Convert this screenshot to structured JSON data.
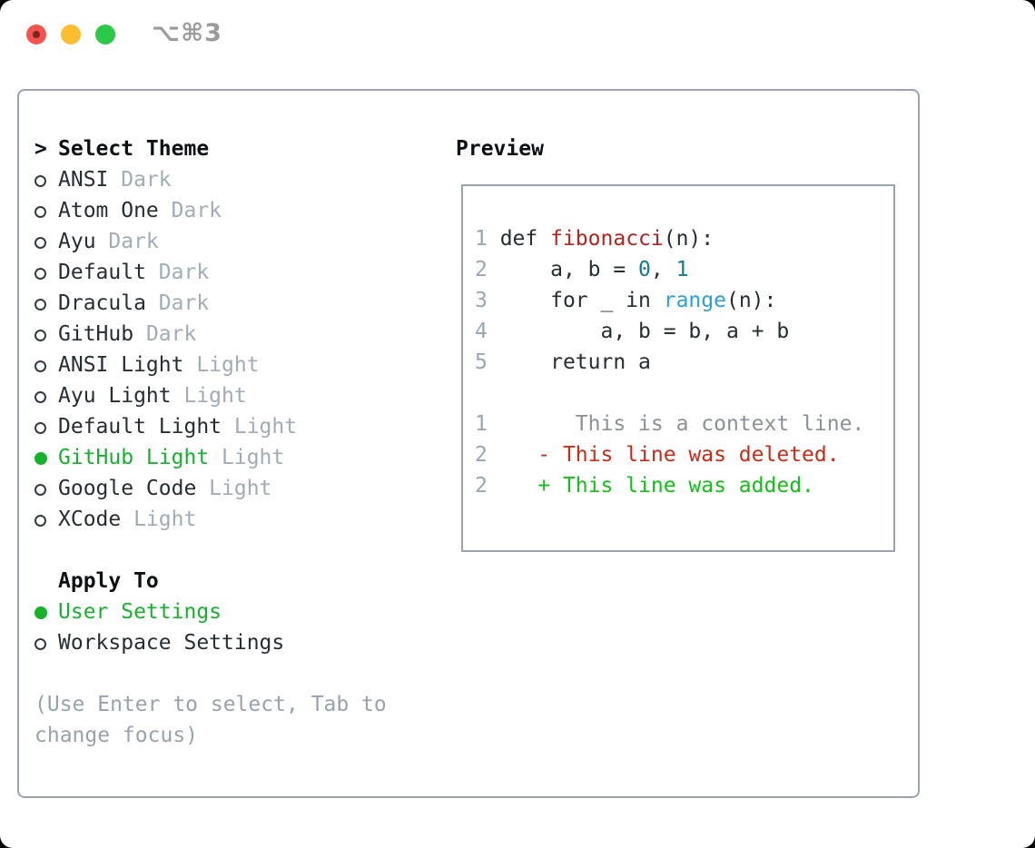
{
  "colors": {
    "tl-red": "#f4544d",
    "tl-red-dot": "#7e201d",
    "tl-yellow": "#fcbd2f",
    "tl-green": "#2bc948",
    "title-gray": "#9b9b9b",
    "border": "#9aa3af",
    "heading": "#0d1116",
    "text": "#262d35",
    "variant": "#a2abb8",
    "muted": "#98a2af",
    "radio": "#343b43",
    "selected-green": "#15b32b",
    "lineno": "#9aa5b3",
    "function-red": "#b3241c",
    "number-teal": "#0d7e8a",
    "builtin-blue": "#2b9fd8",
    "context-gray": "#8b9199",
    "deleted-red": "#cb2a16",
    "added-green": "#11c115"
  },
  "window": {
    "title": "⌥⌘3"
  },
  "theme_picker": {
    "prompt": ">",
    "header": "Select Theme",
    "themes": [
      {
        "name": "ANSI",
        "variant": "Dark",
        "selected": false
      },
      {
        "name": "Atom One",
        "variant": "Dark",
        "selected": false
      },
      {
        "name": "Ayu",
        "variant": "Dark",
        "selected": false
      },
      {
        "name": "Default",
        "variant": "Dark",
        "selected": false
      },
      {
        "name": "Dracula",
        "variant": "Dark",
        "selected": false
      },
      {
        "name": "GitHub",
        "variant": "Dark",
        "selected": false
      },
      {
        "name": "ANSI Light",
        "variant": "Light",
        "selected": false
      },
      {
        "name": "Ayu Light",
        "variant": "Light",
        "selected": false
      },
      {
        "name": "Default Light",
        "variant": "Light",
        "selected": false
      },
      {
        "name": "GitHub Light",
        "variant": "Light",
        "selected": true
      },
      {
        "name": "Google Code",
        "variant": "Light",
        "selected": false
      },
      {
        "name": "XCode",
        "variant": "Light",
        "selected": false
      }
    ],
    "apply_to": {
      "header": "Apply To",
      "options": [
        {
          "label": "User Settings",
          "selected": true
        },
        {
          "label": "Workspace Settings",
          "selected": false
        }
      ]
    },
    "hint": "(Use Enter to select, Tab to\nchange focus)"
  },
  "preview": {
    "header": "Preview",
    "code_lines": [
      {
        "num": "1",
        "segments": [
          {
            "t": " def ",
            "c": "plain"
          },
          {
            "t": "fibonacci",
            "c": "function"
          },
          {
            "t": "(n):",
            "c": "plain"
          }
        ]
      },
      {
        "num": "2",
        "segments": [
          {
            "t": "     a, b = ",
            "c": "plain"
          },
          {
            "t": "0",
            "c": "number"
          },
          {
            "t": ", ",
            "c": "plain"
          },
          {
            "t": "1",
            "c": "number"
          }
        ]
      },
      {
        "num": "3",
        "segments": [
          {
            "t": "     for _ in ",
            "c": "plain"
          },
          {
            "t": "range",
            "c": "builtin"
          },
          {
            "t": "(n):",
            "c": "plain"
          }
        ]
      },
      {
        "num": "4",
        "segments": [
          {
            "t": "         a, b = b, a + b",
            "c": "plain"
          }
        ]
      },
      {
        "num": "5",
        "segments": [
          {
            "t": "     return a",
            "c": "plain"
          }
        ]
      },
      {
        "num": "",
        "segments": []
      },
      {
        "num": "1",
        "segments": [
          {
            "t": "       This is a context line.",
            "c": "context"
          }
        ]
      },
      {
        "num": "2",
        "segments": [
          {
            "t": "    - This line was deleted.",
            "c": "deleted"
          }
        ]
      },
      {
        "num": "2",
        "segments": [
          {
            "t": "    + This line was added.",
            "c": "added"
          }
        ]
      }
    ]
  }
}
